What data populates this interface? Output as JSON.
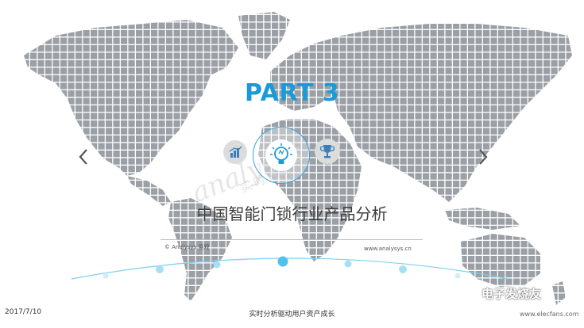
{
  "slide": {
    "part_label": "PART 3",
    "section_title": "中国智能门锁行业产品分析",
    "logo_text": "© Analysys 易观",
    "site_url": "www.analysys.cn",
    "date": "2017/7/10",
    "slogan": "实时分析驱动用户资产成长",
    "watermark_brand": "analysys",
    "watermark_text": "实时分析",
    "corner_watermark": "电子发烧友",
    "corner_watermark_url": "www.elecfans.com"
  },
  "icons": {
    "left": "bar-chart-icon",
    "center": "lightbulb-icon",
    "right": "trophy-icon",
    "prev": "chevron-left-icon",
    "next": "chevron-right-icon"
  },
  "colors": {
    "accent": "#1a9ad6",
    "map_tile": "#9aa0a6",
    "timeline": "#7fd0ef",
    "title_text": "#3d3d3d"
  }
}
